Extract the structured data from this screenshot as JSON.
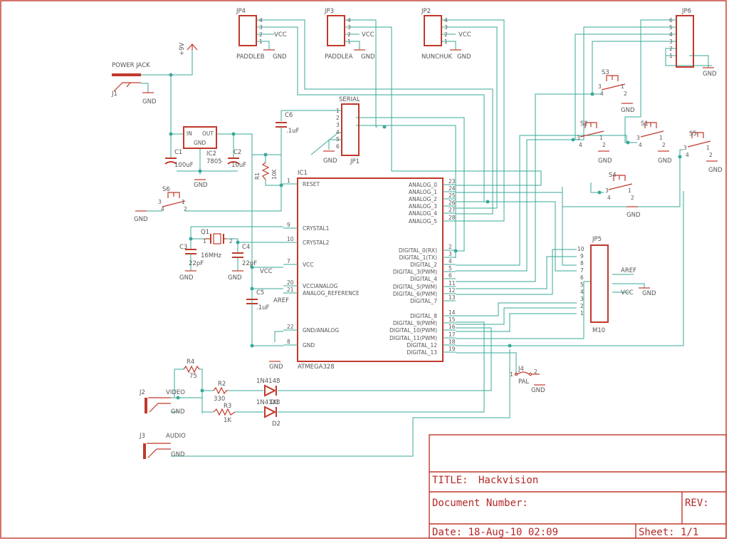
{
  "title_block": {
    "title_label": "TITLE:",
    "title_value": "Hackvision",
    "document_number_label": "Document Number:",
    "rev_label": "REV:",
    "date_label": "Date: 18-Aug-10 02:09",
    "sheet_label": "Sheet: 1/1"
  },
  "power": {
    "jack_label": "POWER JACK",
    "jack_ref": "J1",
    "supply_label": "+9V",
    "regulator_ref": "IC2",
    "regulator_part": "7805",
    "reg_in": "IN",
    "reg_out": "OUT",
    "reg_gnd": "GND",
    "c1_ref": "C1",
    "c1_val": "100uF",
    "c2_ref": "C2",
    "c2_val": "10uF"
  },
  "headers": {
    "jp4": {
      "ref": "JP4",
      "name": "PADDLEB",
      "pins": [
        "4",
        "3",
        "2",
        "1"
      ],
      "vcc": "VCC",
      "gnd": "GND"
    },
    "jp3": {
      "ref": "JP3",
      "name": "PADDLEA",
      "pins": [
        "4",
        "3",
        "2",
        "1"
      ],
      "vcc": "VCC",
      "gnd": "GND"
    },
    "jp2": {
      "ref": "JP2",
      "name": "NUNCHUK",
      "pins": [
        "4",
        "3",
        "2",
        "1"
      ],
      "vcc": "VCC",
      "gnd": "GND"
    },
    "jp6": {
      "ref": "JP6",
      "pins": [
        "6",
        "5",
        "4",
        "3",
        "2",
        "1"
      ],
      "gnd": "GND"
    },
    "jp1": {
      "ref": "JP1",
      "name": "SERIAL",
      "pins": [
        "1",
        "2",
        "3",
        "4",
        "5",
        "6"
      ],
      "gnd": "GND"
    },
    "jp5": {
      "ref": "JP5",
      "name": "M10",
      "pins": [
        "10",
        "9",
        "8",
        "7",
        "6",
        "5",
        "4",
        "3",
        "2",
        "1"
      ],
      "aref": "AREF",
      "vcc": "VCC",
      "gnd": "GND"
    }
  },
  "passives": {
    "c6": {
      "ref": "C6",
      "val": ".1uF"
    },
    "r1": {
      "ref": "R1",
      "val": "10K"
    },
    "q1": {
      "ref": "Q1",
      "val": "16MHz",
      "p1": "1",
      "p2": "2"
    },
    "c3": {
      "ref": "C3",
      "val": "22pF"
    },
    "c4": {
      "ref": "C4",
      "val": "22pF"
    },
    "c5": {
      "ref": "C5",
      "val": ".1uF"
    },
    "vcc": "VCC",
    "aref": "AREF",
    "gnd": "GND"
  },
  "switches": {
    "s6": {
      "ref": "S6",
      "gnd": "GND"
    },
    "s3": {
      "ref": "S3",
      "gnd": "GND"
    },
    "s2": {
      "ref": "S2",
      "gnd": "GND"
    },
    "s1": {
      "ref": "S1",
      "gnd": "GND"
    },
    "s5": {
      "ref": "S5",
      "gnd": "GND"
    },
    "s4": {
      "ref": "S4",
      "gnd": "GND"
    },
    "pins": [
      "3",
      "4",
      "1",
      "2"
    ]
  },
  "mcu": {
    "ref": "IC1",
    "part": "ATMEGA328",
    "left_pins": [
      {
        "name": "RESET",
        "num": "1"
      },
      {
        "name": "CRYSTAL1",
        "num": "9"
      },
      {
        "name": "CRYSTAL2",
        "num": "10"
      },
      {
        "name": "VCC",
        "num": "7"
      },
      {
        "name": "VCCIANALOG",
        "num": "20"
      },
      {
        "name": "ANALOG_REFERENCE",
        "num": "21"
      },
      {
        "name": "GND/ANALOG",
        "num": "22"
      },
      {
        "name": "GND",
        "num": "8"
      }
    ],
    "right_pins": [
      {
        "name": "ANALOG_0",
        "num": "23"
      },
      {
        "name": "ANALOG_1",
        "num": "24"
      },
      {
        "name": "ANALOG_2",
        "num": "25"
      },
      {
        "name": "ANALOG_3",
        "num": "26"
      },
      {
        "name": "ANALOG_4",
        "num": "27"
      },
      {
        "name": "ANALOG_5",
        "num": "28"
      },
      {
        "name": "DIGITAL_0(RX)",
        "num": "2"
      },
      {
        "name": "DIGITAL_1(TX)",
        "num": "3"
      },
      {
        "name": "DIGITAL_2",
        "num": "4"
      },
      {
        "name": "DIGITAL_3(PWM)",
        "num": "5"
      },
      {
        "name": "DIGITAL_4",
        "num": "6"
      },
      {
        "name": "DIGITAL_5(PWM)",
        "num": "11"
      },
      {
        "name": "DIGITAL_6(PWM)",
        "num": "12"
      },
      {
        "name": "DIGITAL_7",
        "num": "13"
      },
      {
        "name": "DIGITAL_8",
        "num": "14"
      },
      {
        "name": "DIGITAL_9(PWM)",
        "num": "15"
      },
      {
        "name": "DIGITAL_10(PWM)",
        "num": "16"
      },
      {
        "name": "DIGITAL_11(PWM)",
        "num": "17"
      },
      {
        "name": "DIGITAL_12",
        "num": "18"
      },
      {
        "name": "DIGITAL_13",
        "num": "19"
      }
    ]
  },
  "av": {
    "j2_ref": "J2",
    "j2_name": "VIDEO",
    "j3_ref": "J3",
    "j3_name": "AUDIO",
    "r4_ref": "R4",
    "r4_val": "75",
    "r2_ref": "R2",
    "r2_val": "330",
    "r3_ref": "R3",
    "r3_val": "1K",
    "d1_ref": "D1",
    "d1_part": "1N4148",
    "d2_ref": "D2",
    "d2_part": "1N4148",
    "j4_ref": "J4",
    "j4_name": "PAL",
    "j4_p1": "1",
    "j4_p2": "2",
    "gnd": "GND"
  }
}
